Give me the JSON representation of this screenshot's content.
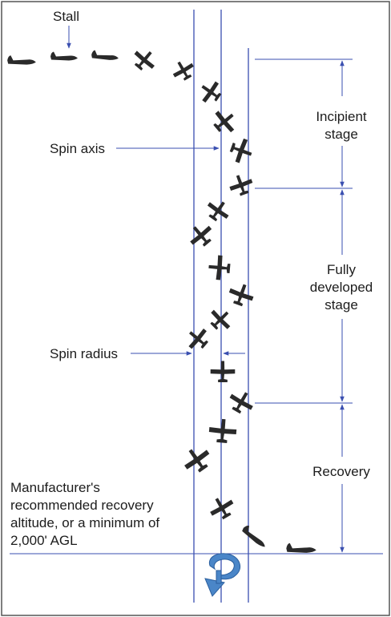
{
  "labels": {
    "stall": "Stall",
    "spin_axis": "Spin axis",
    "spin_radius": "Spin radius",
    "incipient_1": "Incipient",
    "incipient_2": "stage",
    "fully_1": "Fully",
    "fully_2": "developed",
    "fully_3": "stage",
    "recovery": "Recovery",
    "altitude_1": "Manufacturer's",
    "altitude_2": "recommended recovery",
    "altitude_3": "altitude, or a minimum of",
    "altitude_4": "2,000' AGL"
  },
  "colors": {
    "guide_lines": "#3a4fb0",
    "airplane": "#2a2a2a",
    "rotation_arrow": "#4a86c8",
    "text": "#1c1c1c"
  },
  "icons": {
    "airplane": "airplane-silhouette-icon",
    "rotation": "rotation-arrow-icon"
  }
}
